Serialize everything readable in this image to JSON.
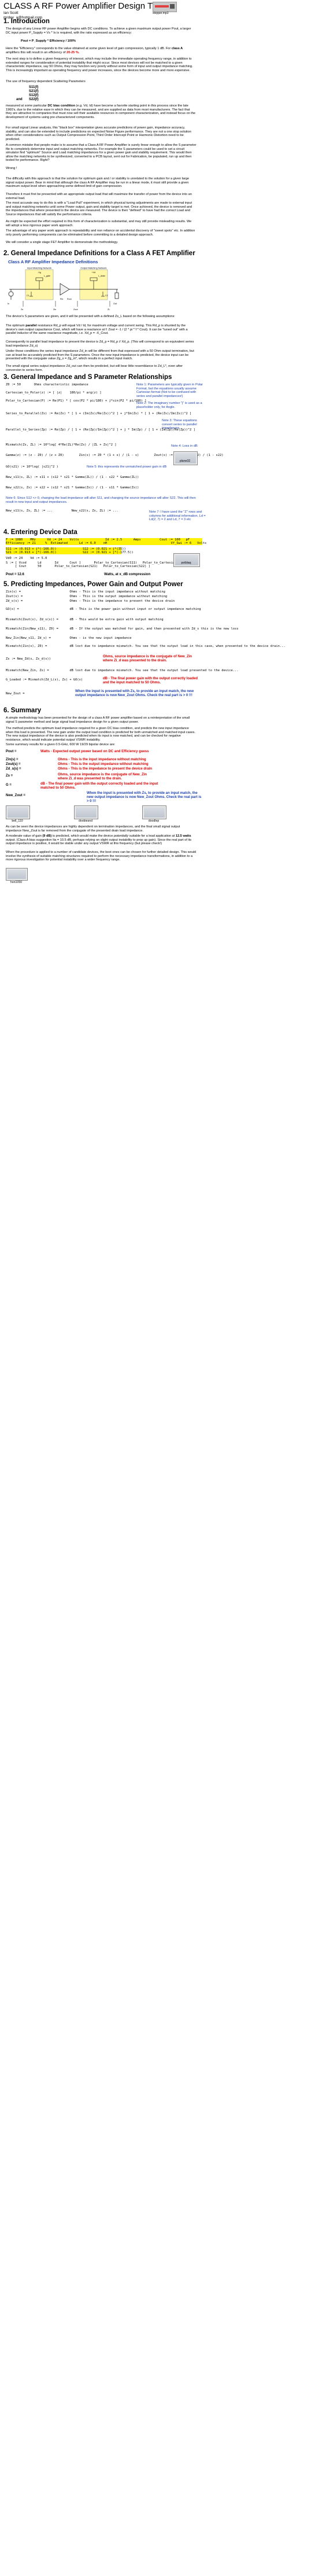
{
  "header": {
    "title": "CLASS A RF Power Amplifier Design Tutorial",
    "author": "Ian Scott\nmrdev_a@hotmail.com",
    "media_label": "stepper.mp3"
  },
  "s1": {
    "heading": "1. Introduction",
    "p1": "The design of any Linear RF power Amplifier begins with DC conditions. To achieve a given maximum output power Pout, a larger DC input power P_Supply = Vs * Is is required, with the ratio expressed as an efficiency:",
    "eq": "Pout = P_Supply * Efficiency / 100%",
    "p2a": "Here the \"Efficiency\" corresponds to the value obtained at some given level of gain compression, typically 1 dB. For ",
    "p2b": "class A",
    "p2c": " amplifiers this will result in an efficiency of ",
    "p2d": "20-25 %.",
    "p3": "The next step is to define a given frequency of interest, which may include the immediate operating frequency range, in addition to extended ranges for consideration of potential instability that might occur. Since most devices will not be matched to a given characteristic impedance, say 50 Ohms, they may function very poorly without some form of input and output impedance matching. This is increasingly important as operating frequency and power increases, since the devices become more and more expensive.",
    "p4": "The use of frequency dependent Scattering Parameters",
    "sparams": [
      "S11(f)",
      "S21(f)",
      "S12(f)",
      "S22(f)"
    ],
    "and": "and",
    "p5a": "measured at some particular ",
    "p5b": "DC bias condition",
    "p5c": " (e.g. Vd, Id) have become a favorite starting point in this process since the late 1960's, due to the relative ease in which they can be measured, and are supplied as data from most manufacturers. The fact that they are attractive to companies that must now sell their available resources in component characterization, and instead focus on the development of systems using pre-characterized components.",
    "p6": "For small signal Linear analysis, this \"black box\" interpretation gives accurate predictions of power gain, impedance accuracy, stability, and can also be extended to include predictions on expected Noise Figure performance. They are not a one stop solution when other considerations such as Output Compression Point, Third Order Intercept Point or Harmonic Distortion need to be predicted.",
    "p7": "A common mistake that people make is to assume that a Class A RF Power Amplifier is surely linear enough to allow the S parameter file to completely determine input and output matching networks. For example the S parameters could be used to set a circuit simulator find \"optimum\" Source and Load matching impedances for a given power gain and stability requirement. This would then allow the matching networks to be synthesized, converted to a PCB layout, sent out for Fabrication, be populated, run up and then tested for performance. Right?",
    "wrong": "Wrong !",
    "p8": "The difficulty with this approach is that the solution for optimum gain and / or stability is unrelated to the solution for a given large signal output power. Bear in mind that although the class A RF Amplifier may be run in a linear mode, it must still provide a given maximum output level when approaching some defined limit of gain compression.",
    "p9": "Therefore it must first be presented with an appropriate output load that will maximize the transfer of power from the device into an external load.",
    "p10a": "The most accurate way to do this is with a \"Load Pull\" experiment, in which physical tuning adjustments are made to external input and output matching networks until some Power output, gain and stability target is met. Once achieved, the device is removed and the impedances that where presented to the device are measured. The device is then \"defined\" to have had the ",
    "p10b": "correct",
    "p10c": " Load and Source impedances that will satisfy the performance criteria.",
    "p11": "As might be expected the effort required in this form of characterization is substantial, and may still provide misleading results. We will adopt a less rigorous paper work approach.",
    "p12": "The advantage of any paper work approach is repeatability and non reliance on accidental discovery of \"sweet spots\" etc. In addition only poorly performing components can be eliminated before committing to a detailed design approach.",
    "p13": "We will consider a single stage FET Amplifier to demonstrate the methodology."
  },
  "s2": {
    "heading": "2. General Impedance Definitions for a Class A FET Amplifier",
    "fig_title": "Class A RF Amplifier Impedance Definitions",
    "labels": {
      "input_net": "Input Matching Network",
      "output_net": "Output Matching Network",
      "lgate": "L_gate",
      "ldrain": "L_drain",
      "zs": "Zs",
      "zin": "Zin",
      "zout": "Zout",
      "zl": "ZL",
      "rin": "Rin",
      "rout": "Rout",
      "in": "In",
      "out": "Out",
      "c1": "C1",
      "c2": "C2",
      "vd": "+Vd",
      "vg": "-Vg"
    },
    "p1": "The device's S parameters are given, and it will be presented with a defined Zs_L based on the following assumptions:",
    "p2a": "The optimum ",
    "p2b": "parallel",
    "p2c": " resistance Rd_p will equal Vd / Id, for maximum voltage and current swing. This Rd_p is shunted by the device's own output capacitance Cout, which will have a reactance at f: Zout = -1 / (2 * pi * f * Cout). It can be \"tuned out\" with a parallel inductor of the same reactance magnitude, i.e. Xd_p = -X_Cout.",
    "p3": "Consequently to parallel load impedance to present the device is Zd_p = Rd_p // Xd_p. (This will correspond to an equivalent series load impedance Zd_s)",
    "p4": "Under these conditions the series input impedance Zd_in will be different from that expressed with a 50 Ohm output termination, but can at least be accurately predicted from the S parameters. Once the new input impedance is predicted, the device input can be presented with the conjugate value Zg_s = Zg_in*, which results in a perfect input match.",
    "p5": "The small signal series output impedance Zd_out can then be predicted, but will bear little resemblance to Zd_L*, even after conversion to series form."
  },
  "s3": {
    "heading": "3. General Impedance and S Parameter Relationships",
    "z0line": "Z0 := 50       Ohms characteristic impedance",
    "note1": "Note 1: Parameters are typically given in Polar Format, but the equations usually assume Cartesian format (Not to be confused with series and parallel impedances!)",
    "note2": "Note 2: The imaginary number \"j\" is used as a placeholder only, for Angle.",
    "note3": "Note 3: These equations convert series to parallel impedances",
    "note4": "Note 4: Loss in dB",
    "note5": "Note 5: this represents the unmatched power gain in dB",
    "note6": "Note 6: Since S12 <> 0, changing the load impedance will alter S11, and changing the source impedance will alter S22. This will then result in new input and output impedances.",
    "note7": "Note 7: I have used the \"Z\" rows and columns for additional information. Ld = Ld(2, 7) = 2 and Ld, 7 = 3 etc",
    "eqs": [
      "Cartesian_to_Polar(z) := [ |z|    180/pi * arg(z) ]",
      "Polar_to_Cartesian(P) := Re(P1) * [ cos(P2 * pi/180) + j*sin(P2 * pi/180) ]",
      "Series_to_Parallel(Zs) := Re(Zs) * [ 1 + (Im(Zs)/Re(Zs))^2 ] + j*Im(Zs) * [ 1 + (Re(Zs)/Im(Zs))^2 ]",
      "Parallel_to_Series(Zp) := Re(Zp) / [ 1 + (Re(Zp)/Im(Zp))^2 ] + j * Im(Zp) / [ 1 + (Im(Zp)/Re(Zp))^2 ]",
      "Mismatch(Zs, ZL) := 10*log[ 4*Re(ZL)*Re(Zs) / |ZL + Zs|^2 ]",
      "Gamma(z) := (z - Z0) / (z + Z0)        Zin(s) := Z0 * (1 + s) / (1 - s)        Zout(s) := Z0 * (1 + s22) / (1 - s22)",
      "GO(s21) := 10*log( |s21|^2 )",
      "New_s11(s, ZL) := s11 + (s12 * s21 * Gamma(ZL)) / (1 - s22 * Gamma(ZL))",
      "New_s22(s, Zs) := s22 + (s12 * s21 * Gamma(Zs)) / (1 - s11 * Gamma(Zs))",
      "New_s11(s, Zs, ZL) := ...          New_s22(s, Zs, ZL) := ..."
    ],
    "thumb": "plane32"
  },
  "s4": {
    "heading": "4. Entering Device Data",
    "rows": [
      "F := 1080    MHz      Vd := 24    Volts              Id := 2.5      Amps          Cout := 100   pF",
      "Efficiency := 21     %  Estimated      Ld := 6.0    nH                                  Vf_Swi := 6   Volts",
      "S11 := (0.913 + j*(-166.0))              S12 := (0.021 + j*(35))",
      "S21 := (0.913 + j*(-166.0))              S22 := (0.921 + j*(-177.5))",
      "Vd0 := 24    Vd := 5.0",
      "S := [ Vcod      Ld       Id      Cout ]       Polar_to_Cartesian(S11)   Polar_to_Cartesian(S12)",
      "     [ Cout      50       Polar_to_Cartesian(S21)   Polar_to_Cartesian(S22) ]"
    ],
    "pout": "Pout = 12.6",
    "watts": "Watts, at x_dB compression",
    "thumb": "potblaq"
  },
  "s5": {
    "heading": "5. Predicting Impedances, Power Gain and Output Power",
    "rows": [
      "Zin(s) =                          Ohms - This is the input impedance without matching",
      "Zout(s) =                         Ohms - This is the output impedance without matching",
      "Zd_s(s) =                         Ohms - This is the impedance to present the device drain",
      "GO(s) =                           dB - This is the power gain without input or output impedance matching",
      "Mismatch(Zout(s), Zd_s(s)) =      dB - This would be extra gain with output matching",
      "Mismatch(Zin(New_s11), Z0) =      dB - If the output was matched for gain, and then presented with Zd_s this is the new loss",
      "New_Zin(New_s11, Zd_s) =          Ohms - is the new input impedance",
      "Mismatch(Zin(s), Z0) =            dB lost due to impedance mismatch. You see that the output load in this case, when presented to the device drain..."
    ],
    "zs_label": "Zs := New_Zd(s, Zs_d(s))",
    "zs_red1": "Ohms, source impedance is the conjugate of New_Zin",
    "zs_red2": "where Zi_d was presented to the drain.",
    "mismatch_row": "Mismatch(New_Zin, Zs) =           dB lost due to impedance mismatch. You see that the output load presented to the device...",
    "gl": "G_Loaded := Mismatch(Zd_L(s), Zs) + GO(s)",
    "gl_note": "dB - The final power gain with the output correctly loaded and the input matched to 50 Ohms.",
    "zo_label": "New_Zout = ",
    "zo_note": "When the input is presented with Zs, to provide an input match, the new output impedance is now New_Zout Ohms. Check the real part is > 0 !!!"
  },
  "s6": {
    "heading": "6. Summary",
    "p1": "A simple methodology has been presented for the design of a class A RF power amplifier based on a reinterpretation of the small signal S parameter method and large signal load impedance design for a given output power.",
    "p2": "The method predicts the optimum load impedance required for a given DC bias condition, and predicts the new input impedance when this load is presented. The new gain under the output load condition is predicted for both unmatched and matched input cases. The new output impedance of the device is also predicted when its input is now matched, and can be checked for negative resistance, which would indicate potential output VSWR instability.",
    "p3": "Some summary results for a given 0.5-GHz, 600 W 19/29 bipolar device are:",
    "pout_label": "Pout =",
    "pout_val": "Watts - Expected output power based on DC and Efficiency guess",
    "rows": [
      {
        "l": "Zin(s) =",
        "v": "Ohms - This is the input impedance without matching"
      },
      {
        "l": "Zout(s) =",
        "v": "Ohms - This is the output impedance without matching"
      },
      {
        "l": "Zd_s(s) =",
        "v": "Ohms - This is the impedance to present the device drain"
      },
      {
        "l": "Zs =",
        "v": "Ohms, source impedance is the conjugate of New_Zin where Zi_d was presented to the drain."
      }
    ],
    "g_label": "G =",
    "g_val": "dB - The final power gain with the output correctly loaded and the input matched to 50 Ohms.",
    "nz_label": "New_Zout =",
    "nz_val": "When the input is presented with Zs, to provide an input match, the new output impedance is now New_Zout Ohms. Check the real part is > 0 !!!",
    "thumbs": [
      "bell_110",
      "doobiesnd",
      "doodlep"
    ],
    "p4": "As can be seen the device impedances are highly dependent on termination impedances, and the final small signal output impedance New_Zout is far removed from the conjugate of the presented drain load impedance.",
    "p5a": "A moderate value of gain ",
    "p5b": "(9 dB)",
    "p5c": " is predicted, which would make the device ",
    "p5d": "potentially",
    "p5e": " suitable for a lead application at ",
    "p5f": "12.5 watts",
    "p5g": " output. (Class A bias suggestion Ita = 10.5 dB, perhaps relying on slight output instability to prop up gain). Since the real part of its output impedance is positive, it would be stable under any output VSWR at this frequency (but please check!)",
    "p6": "When the procedure is applied to a number of candidate devices, the best ones can be chosen for further detailed design. This would involve the synthesis of suitable matching structures required to perform the necessary impedance transformations, in addition to a more rigorous investigation for potential instability over a wider frequency range.",
    "bottom_thumb": "hon1050"
  }
}
